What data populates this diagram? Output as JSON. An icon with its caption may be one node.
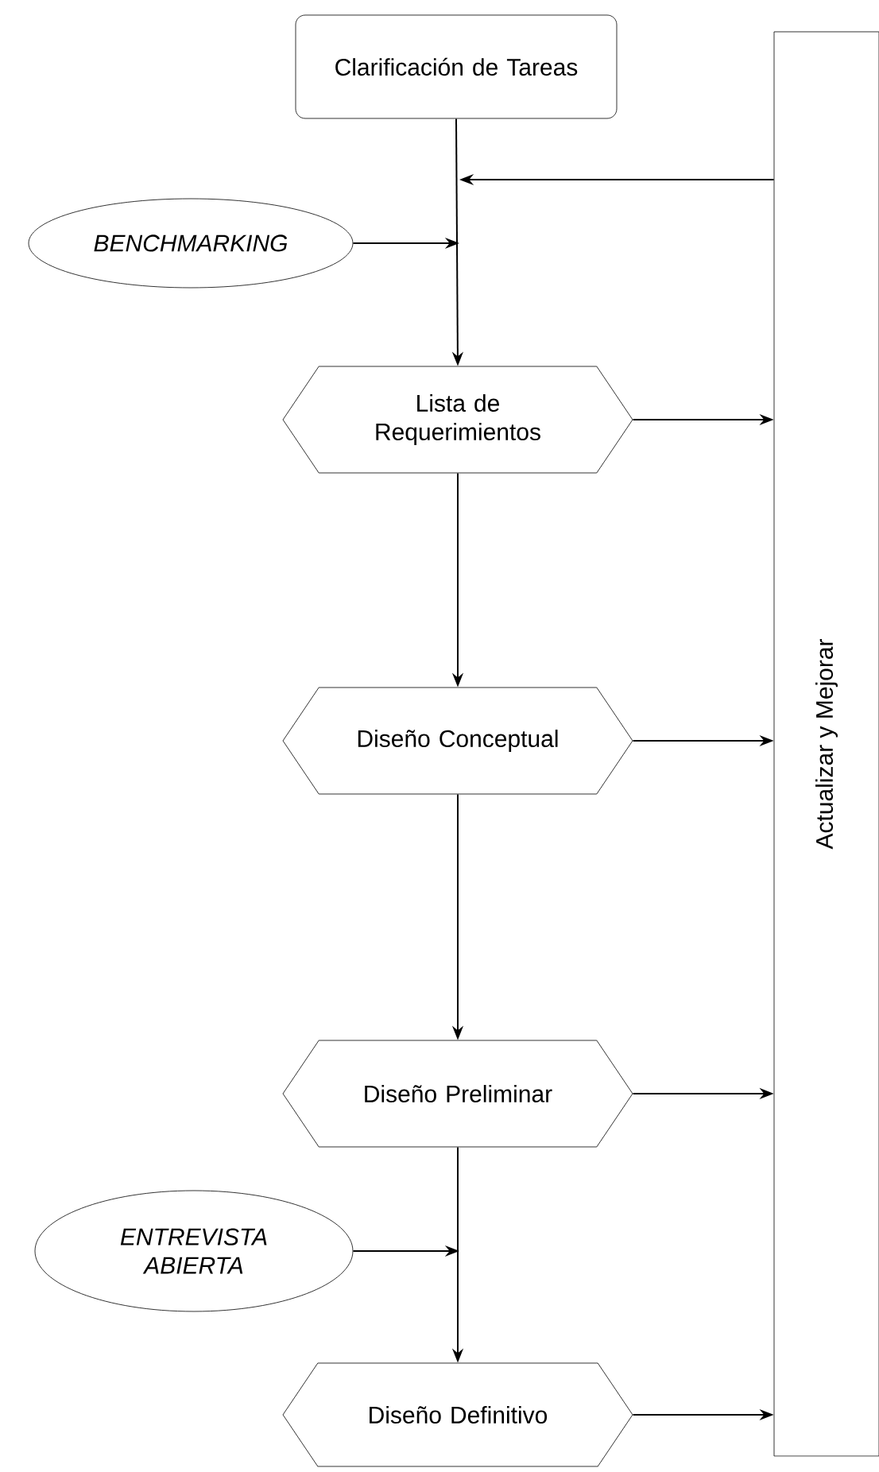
{
  "diagram": {
    "nodes": [
      {
        "text": [
          "Clarificación de Tareas"
        ]
      },
      {
        "text": [
          "BENCHMARKING"
        ]
      },
      {
        "text": [
          "Lista de Requerimientos"
        ]
      },
      {
        "text": [
          "Diseño Conceptual"
        ]
      },
      {
        "text": [
          "Diseño Preliminar"
        ]
      },
      {
        "text": [
          "ENTREVISTA ABIERTA"
        ]
      },
      {
        "text": [
          "Diseño Definitivo"
        ]
      },
      {
        "text": [
          "Actualizar y Mejorar"
        ]
      }
    ],
    "edges": [
      {
        "from": 0,
        "to": 2,
        "arrow": "to"
      },
      {
        "from": 7,
        "to": null,
        "arrow": "to"
      },
      {
        "from": 1,
        "to": null,
        "arrow": "to"
      },
      {
        "from": 2,
        "to": 7,
        "arrow": "to"
      },
      {
        "from": 2,
        "to": 3,
        "arrow": "to"
      },
      {
        "from": 3,
        "to": 7,
        "arrow": "to"
      },
      {
        "from": 3,
        "to": 4,
        "arrow": "to"
      },
      {
        "from": 4,
        "to": 7,
        "arrow": "to"
      },
      {
        "from": 4,
        "to": 6,
        "arrow": "to"
      },
      {
        "from": 5,
        "to": null,
        "arrow": "to"
      },
      {
        "from": 6,
        "to": 7,
        "arrow": "to"
      }
    ]
  }
}
